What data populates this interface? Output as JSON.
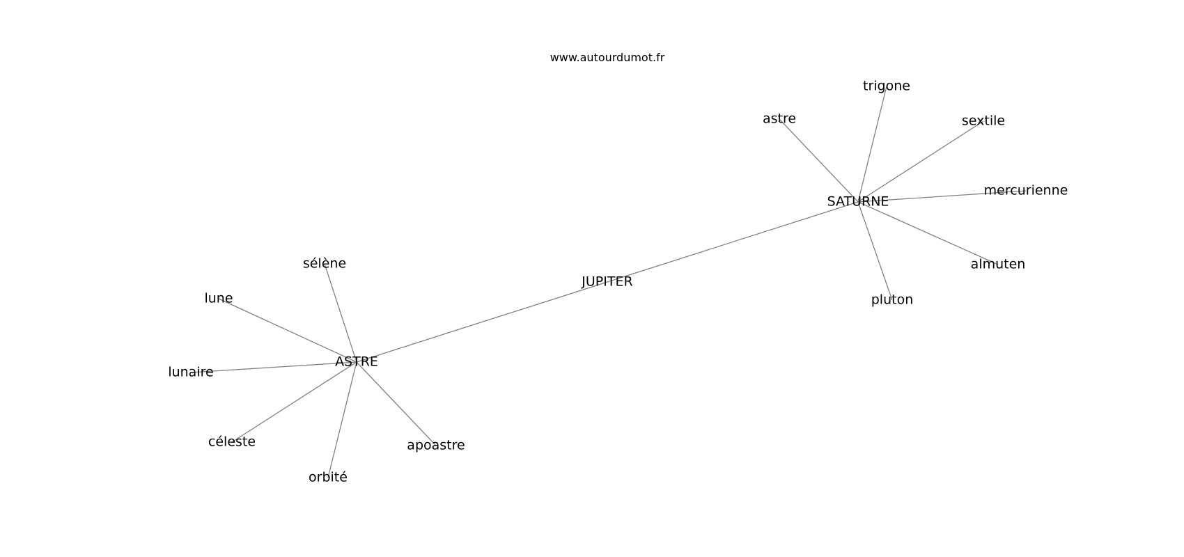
{
  "source": "www.autourdumot.fr",
  "graph": {
    "nodes": [
      {
        "id": "JUPITER",
        "label": "JUPITER"
      },
      {
        "id": "ASTRE",
        "label": "ASTRE"
      },
      {
        "id": "SATURNE",
        "label": "SATURNE"
      },
      {
        "id": "selene",
        "label": "sélène"
      },
      {
        "id": "lune",
        "label": "lune"
      },
      {
        "id": "lunaire",
        "label": "lunaire"
      },
      {
        "id": "celeste",
        "label": "céleste"
      },
      {
        "id": "orbite",
        "label": "orbité"
      },
      {
        "id": "apoastre",
        "label": "apoastre"
      },
      {
        "id": "astre",
        "label": "astre"
      },
      {
        "id": "trigone",
        "label": "trigone"
      },
      {
        "id": "sextile",
        "label": "sextile"
      },
      {
        "id": "mercurienne",
        "label": "mercurienne"
      },
      {
        "id": "almuten",
        "label": "almuten"
      },
      {
        "id": "pluton",
        "label": "pluton"
      }
    ],
    "edges": [
      [
        "ASTRE",
        "JUPITER"
      ],
      [
        "JUPITER",
        "SATURNE"
      ],
      [
        "ASTRE",
        "selene"
      ],
      [
        "ASTRE",
        "lune"
      ],
      [
        "ASTRE",
        "lunaire"
      ],
      [
        "ASTRE",
        "celeste"
      ],
      [
        "ASTRE",
        "orbite"
      ],
      [
        "ASTRE",
        "apoastre"
      ],
      [
        "SATURNE",
        "astre"
      ],
      [
        "SATURNE",
        "trigone"
      ],
      [
        "SATURNE",
        "sextile"
      ],
      [
        "SATURNE",
        "mercurienne"
      ],
      [
        "SATURNE",
        "almuten"
      ],
      [
        "SATURNE",
        "pluton"
      ]
    ]
  },
  "colors": {
    "edge": "#808080",
    "text": "#000000",
    "background": "#ffffff"
  }
}
